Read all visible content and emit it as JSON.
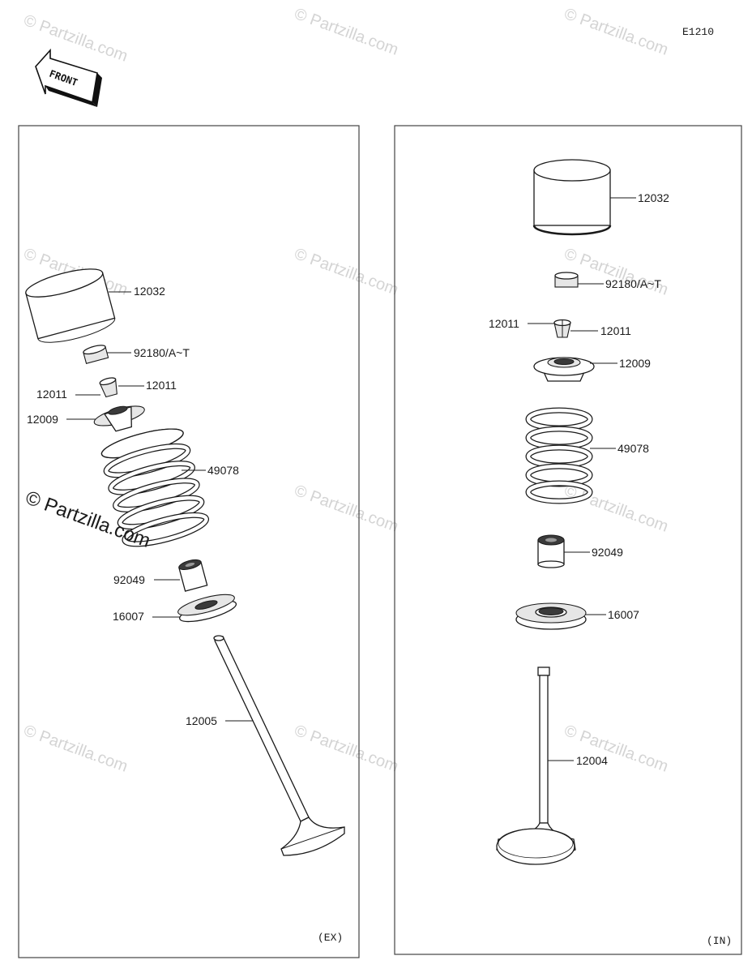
{
  "diagram_code": "E1210",
  "front_label": "FRONT",
  "watermark_text": "© Partzilla.com",
  "watermark_main": "© Partzilla.com",
  "panels": [
    {
      "tag": "(EX)",
      "callouts": [
        {
          "id": "ex-12032",
          "label": "12032"
        },
        {
          "id": "ex-92180",
          "label": "92180/A~T"
        },
        {
          "id": "ex-12011a",
          "label": "12011"
        },
        {
          "id": "ex-12011b",
          "label": "12011"
        },
        {
          "id": "ex-12009",
          "label": "12009"
        },
        {
          "id": "ex-49078",
          "label": "49078"
        },
        {
          "id": "ex-92049",
          "label": "92049"
        },
        {
          "id": "ex-16007",
          "label": "16007"
        },
        {
          "id": "ex-12005",
          "label": "12005"
        }
      ]
    },
    {
      "tag": "(IN)",
      "callouts": [
        {
          "id": "in-12032",
          "label": "12032"
        },
        {
          "id": "in-92180",
          "label": "92180/A~T"
        },
        {
          "id": "in-12011a",
          "label": "12011"
        },
        {
          "id": "in-12011b",
          "label": "12011"
        },
        {
          "id": "in-12009",
          "label": "12009"
        },
        {
          "id": "in-49078",
          "label": "49078"
        },
        {
          "id": "in-92049",
          "label": "92049"
        },
        {
          "id": "in-16007",
          "label": "16007"
        },
        {
          "id": "in-12004",
          "label": "12004"
        }
      ]
    }
  ]
}
